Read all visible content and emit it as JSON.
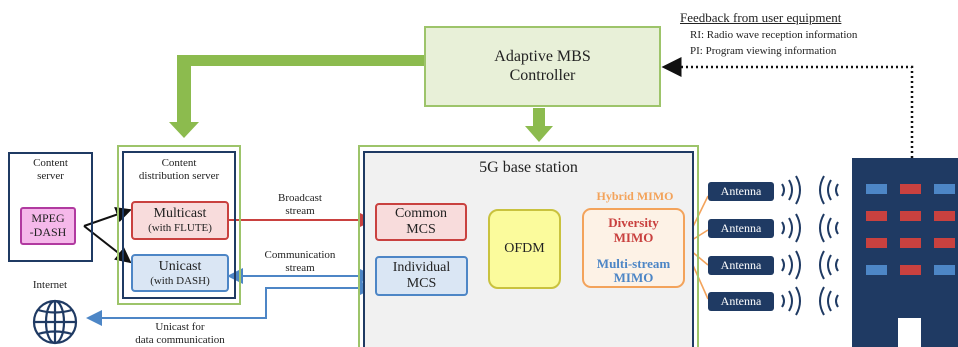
{
  "feedback": {
    "title": "Feedback from user equipment",
    "ri": "RI: Radio wave reception information",
    "pi": "PI: Program viewing information"
  },
  "controller": {
    "line1": "Adaptive MBS",
    "line2": "Controller"
  },
  "content_server": {
    "line1": "Content",
    "line2": "server",
    "mpeg_line1": "MPEG",
    "mpeg_line2": "-DASH"
  },
  "distribution_server": {
    "line1": "Content",
    "line2": "distribution server",
    "multicast": "Multicast",
    "multicast_sub": "(with FLUTE)",
    "unicast": "Unicast",
    "unicast_sub": "(with DASH)"
  },
  "streams": {
    "broadcast_line1": "Broadcast",
    "broadcast_line2": "stream",
    "communication_line1": "Communication",
    "communication_line2": "stream",
    "unicast_data_line1": "Unicast for",
    "unicast_data_line2": "data communication"
  },
  "internet": "Internet",
  "base_station": {
    "title": "5G base station",
    "common_line1": "Common",
    "common_line2": "MCS",
    "individual_line1": "Individual",
    "individual_line2": "MCS",
    "ofdm": "OFDM",
    "hybrid": "Hybrid MIMO",
    "diversity_line1": "Diversity",
    "diversity_line2": "MIMO",
    "multistream_line1": "Multi-stream",
    "multistream_line2": "MIMO"
  },
  "antennas": [
    "Antenna",
    "Antenna",
    "Antenna",
    "Antenna"
  ],
  "colors": {
    "green_border": "#9dc46a",
    "green_fill": "#e8f0d8",
    "green_arrow": "#8cbb4e",
    "red": "#c9413f",
    "blue": "#4d86c6",
    "navy": "#1f3a63",
    "orange": "#f3a35b",
    "pink_fill": "#f5b8ea",
    "yellow": "#fbfb9c"
  }
}
